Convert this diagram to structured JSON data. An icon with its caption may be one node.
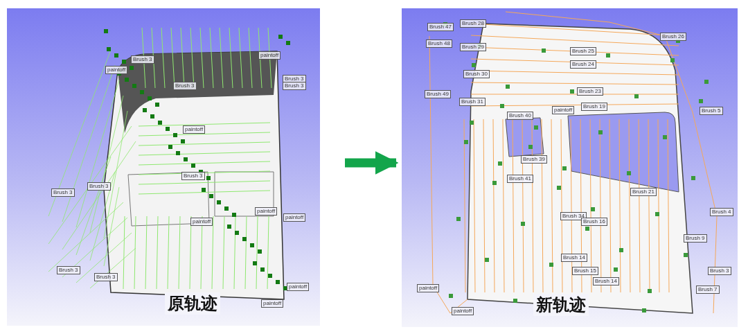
{
  "diagram": {
    "nodes": [
      {
        "text": [
          "原轨迹"
        ]
      },
      {
        "text": [
          "新轨迹"
        ]
      }
    ],
    "edges": [
      {
        "from": 0,
        "to": 1,
        "arrow": "to"
      }
    ],
    "labels": [
      "Brush 3",
      "paintoff",
      "paintoff",
      "Brush 3",
      "Brush 3",
      "Brush 3",
      "paintoff",
      "Brush 3",
      "Brush 3",
      "Brush 3",
      "paintoff",
      "paintoff",
      "paintoff",
      "Brush 3",
      "Brush 3",
      "paintoff",
      "paintoff",
      "Brush 47",
      "Brush 28",
      "Brush 48",
      "Brush 29",
      "Brush 26",
      "Brush 25",
      "Brush 24",
      "Brush 30",
      "Brush 23",
      "Brush 49",
      "Brush 31",
      "paintoff",
      "Brush 19",
      "Brush 5",
      "Brush 40",
      "Brush 39",
      "Brush 41",
      "Brush 21",
      "Brush 4",
      "Brush 34",
      "Brush 16",
      "Brush 9",
      "Brush 14",
      "Brush 15",
      "Brush 14",
      "Brush 3",
      "Brush 7",
      "paintoff",
      "paintoff"
    ]
  }
}
